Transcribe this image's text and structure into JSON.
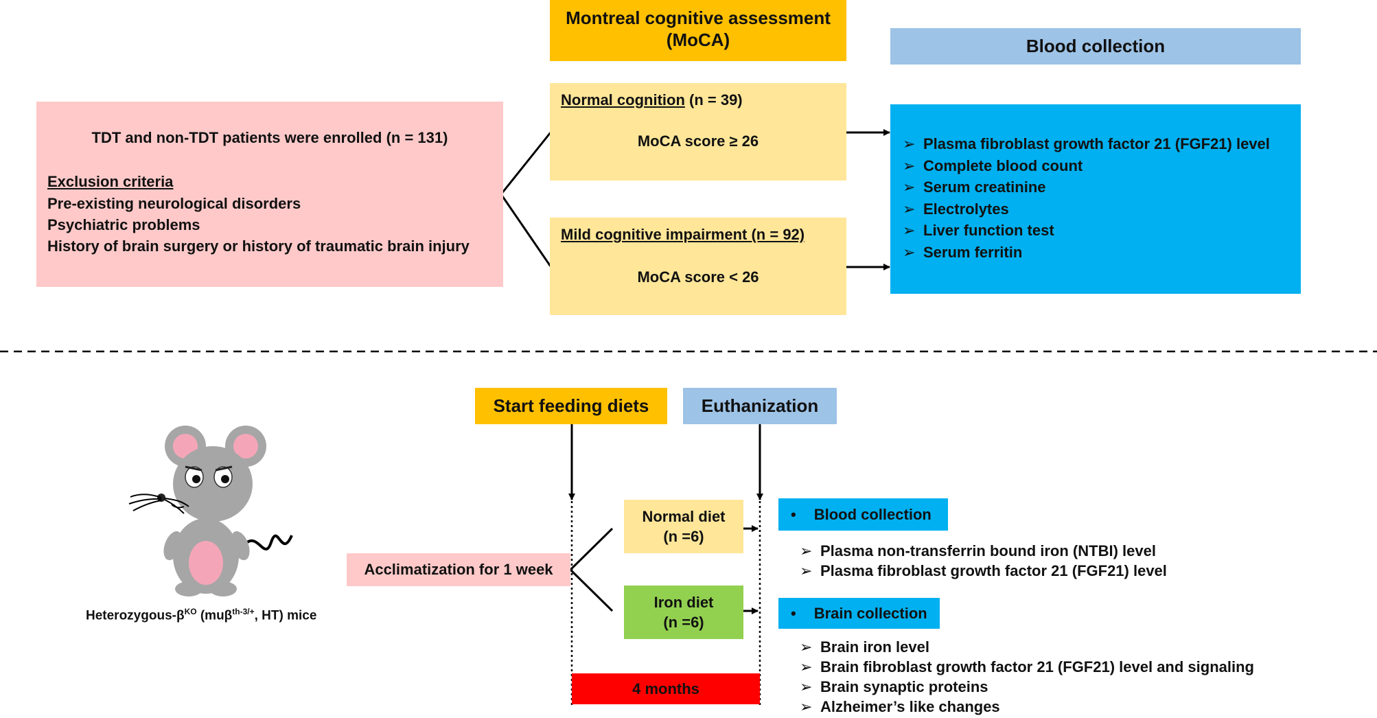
{
  "colors": {
    "pink": "#ffc9c9",
    "light_yellow": "#ffe699",
    "orange": "#ffc000",
    "light_blue": "#9dc3e6",
    "cyan": "#00b0f0",
    "green": "#92d050",
    "red": "#ff0000"
  },
  "top": {
    "enrollment": {
      "title": "TDT and non-TDT patients were enrolled (n = 131)",
      "exclusion_header": "Exclusion criteria",
      "exclusions": [
        "Pre-existing neurological disorders",
        "Psychiatric problems",
        "History of brain surgery or history of traumatic brain injury"
      ]
    },
    "moca": {
      "header_line1": "Montreal cognitive assessment",
      "header_line2": "(MoCA)",
      "normal": {
        "label": "Normal cognition",
        "n": " (n = 39)",
        "score": "MoCA score ≥ 26"
      },
      "mci": {
        "label": "Mild cognitive impairment (n = 92)",
        "score": "MoCA score < 26"
      }
    },
    "blood": {
      "header": "Blood collection",
      "items": [
        "Plasma fibroblast growth factor 21 (FGF21) level",
        "Complete blood count",
        "Serum creatinine",
        "Electrolytes",
        "Liver function test",
        "Serum ferritin"
      ]
    }
  },
  "bottom": {
    "mouse": {
      "label_prefix": "Heterozygous-β",
      "label_sup1": "KO",
      "label_mid": " (muβ",
      "label_sup2": "th-3/+",
      "label_suffix": ", HT) mice"
    },
    "acclimatization": "Acclimatization for 1 week",
    "start_feeding": "Start feeding diets",
    "euthanization": "Euthanization",
    "normal_diet": {
      "line1": "Normal diet",
      "line2": "(n =6)"
    },
    "iron_diet": {
      "line1": "Iron diet",
      "line2": "(n =6)"
    },
    "duration": "4 months",
    "blood_collection": {
      "header": "Blood collection",
      "items": [
        "Plasma non-transferrin bound iron (NTBI) level",
        "Plasma fibroblast growth factor 21 (FGF21) level"
      ]
    },
    "brain_collection": {
      "header": "Brain collection",
      "items": [
        "Brain iron level",
        "Brain fibroblast growth factor 21 (FGF21) level and signaling",
        "Brain synaptic proteins",
        "Alzheimer’s like changes"
      ]
    }
  }
}
